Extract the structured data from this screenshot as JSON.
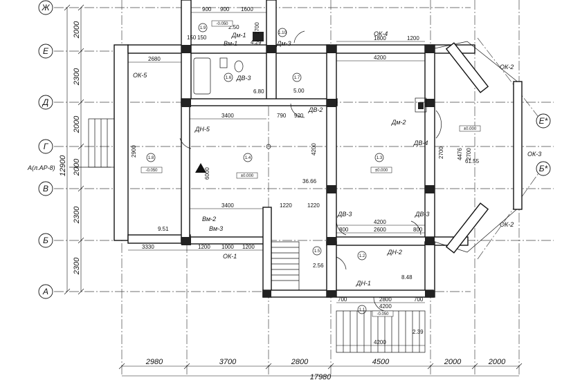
{
  "axes_rows": [
    {
      "id": "zh",
      "label": "Ж"
    },
    {
      "id": "e",
      "label": "Е"
    },
    {
      "id": "d",
      "label": "Д"
    },
    {
      "id": "g",
      "label": "Г"
    },
    {
      "id": "v",
      "label": "В"
    },
    {
      "id": "b",
      "label": "Б"
    },
    {
      "id": "a",
      "label": "А"
    }
  ],
  "axes_extra": [
    {
      "id": "e-star",
      "label": "Е*"
    },
    {
      "id": "b-star",
      "label": "Б*"
    }
  ],
  "left_dims": [
    "2000",
    "2300",
    "2000",
    "2000",
    "2300",
    "2300"
  ],
  "left_total": "12900",
  "section_ref": "А(л.АР-8)",
  "bottom_dims": [
    "2980",
    "3700",
    "2800",
    "4500",
    "2000",
    "2000"
  ],
  "bottom_total": "17980",
  "doors": [
    "Дм-1",
    "Вм-1",
    "Дм-3",
    "ДВ-3",
    "ДВ-2",
    "Дм-2",
    "ДВ-4",
    "ДН-5",
    "Вм-2",
    "Вм-3",
    "ДВ-3",
    "ДВ-3",
    "ДН-2",
    "ДН-1"
  ],
  "windows": [
    "ОК-4",
    "ОК-5",
    "ОК-2",
    "ОК-3",
    "ОК-2",
    "ОК-1"
  ],
  "rooms": [
    {
      "num": "1.9",
      "area": "2.50"
    },
    {
      "num": "1.10",
      "area": "4.29"
    },
    {
      "num": "1.6",
      "area": "6.80"
    },
    {
      "num": "1.7",
      "area": "5.00"
    },
    {
      "num": "1.8",
      "area": "9.51"
    },
    {
      "num": "1.4",
      "area": "36.66"
    },
    {
      "num": "1.3",
      "area": "61.55"
    },
    {
      "num": "1.5",
      "area": "2.56"
    },
    {
      "num": "1.2",
      "area": "8.48"
    },
    {
      "num": "1.1",
      "area": "2.39"
    }
  ],
  "levels": [
    "-0.050",
    "-0.050",
    "±0.000",
    "±0.000",
    "±0.000",
    "-0.050"
  ],
  "inner_dims": [
    "900",
    "900",
    "1600",
    "150",
    "150",
    "1700",
    "2680",
    "1800",
    "1200",
    "4200",
    "3400",
    "790",
    "920",
    "2900",
    "4200",
    "6000",
    "3400",
    "1220",
    "1220",
    "4200",
    "2600",
    "800",
    "800",
    "3330",
    "1200",
    "1000",
    "1200",
    "700",
    "2800",
    "4200",
    "700",
    "4200",
    "2700",
    "2700",
    "4476"
  ]
}
